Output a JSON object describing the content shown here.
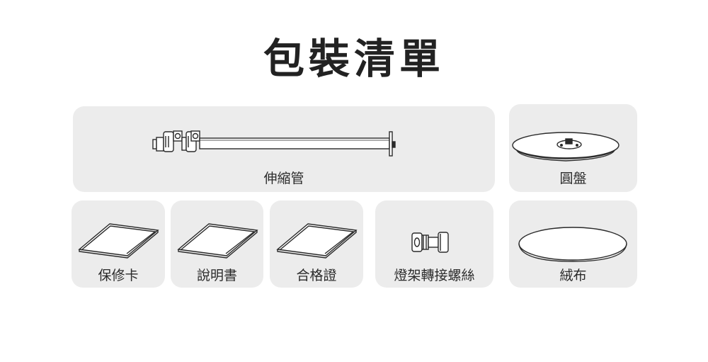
{
  "page": {
    "title": "包裝清單"
  },
  "items": {
    "rod": {
      "label": "伸縮管",
      "icon": "telescopic-rod-icon"
    },
    "plate": {
      "label": "圓盤",
      "icon": "round-base-plate-icon"
    },
    "warranty": {
      "label": "保修卡",
      "icon": "warranty-card-icon"
    },
    "manual": {
      "label": "說明書",
      "icon": "manual-sheet-icon"
    },
    "cert": {
      "label": "合格證",
      "icon": "certificate-sheet-icon"
    },
    "screw": {
      "label": "燈架轉接螺絲",
      "icon": "adapter-screw-icon"
    },
    "cloth": {
      "label": "絨布",
      "icon": "velvet-cloth-icon"
    }
  },
  "colors": {
    "card_bg": "#ececec",
    "line": "#2a2a2a",
    "text": "#222222"
  }
}
